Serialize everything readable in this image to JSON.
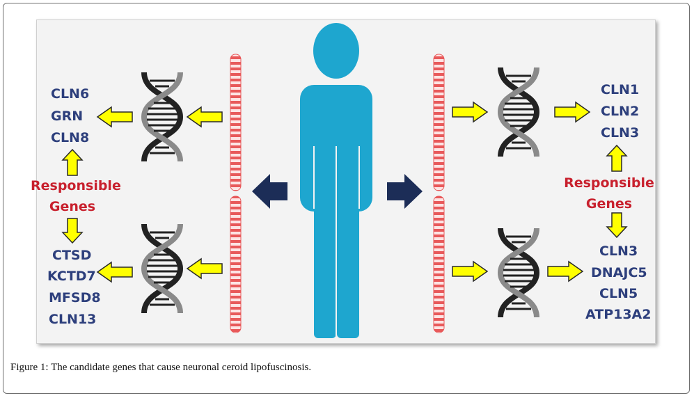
{
  "left": {
    "top_genes": [
      "CLN6",
      "GRN",
      "CLN8"
    ],
    "responsible": [
      "Responsible",
      "Genes"
    ],
    "bottom_genes": [
      "CTSD",
      "KCTD7",
      "MFSD8",
      "CLN13"
    ]
  },
  "right": {
    "top_genes": [
      "CLN1",
      "CLN2",
      "CLN3"
    ],
    "responsible": [
      "Responsible",
      "Genes"
    ],
    "bottom_genes": [
      "CLN3",
      "DNAJC5",
      "CLN5",
      "ATP13A2"
    ]
  },
  "caption": {
    "label": "Figure 1:",
    "text": " The candidate genes that cause neuronal ceroid lipofuscinosis."
  },
  "colors": {
    "person": "#1ea6cf",
    "arrow_dark": "#1c2d57",
    "arrow_yellow": "#ffff00",
    "chromosome": "#f08080",
    "gene_text": "#2d3f7c",
    "responsible_text": "#c8202d"
  }
}
